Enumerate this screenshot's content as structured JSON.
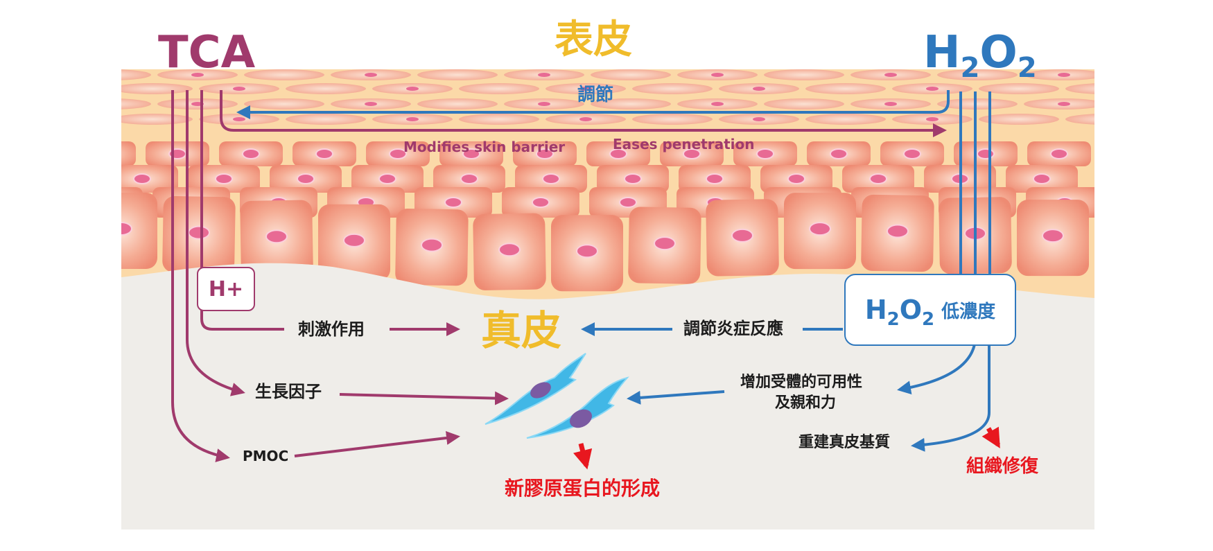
{
  "labels": {
    "tca": "TCA",
    "epidermis": "表皮",
    "h2o2_h": "H",
    "h2o2_sub1": "2",
    "h2o2_o": "O",
    "h2o2_sub2": "2",
    "adjust": "調節",
    "modifies": "Modifies skin barrier",
    "eases": "Eases penetration",
    "hplus": "H+",
    "low_conc_h": "H",
    "low_conc_sub1": "2",
    "low_conc_o": "O",
    "low_conc_sub2": "2",
    "low_conc_text": "低濃度",
    "stimulation": "刺激作用",
    "dermis": "真皮",
    "anti_inflammation": "調節炎症反應",
    "growth_factor": "生長因子",
    "pmoc": "PMOC",
    "receptor_line1": "增加受體的可用性",
    "receptor_line2": "及親和力",
    "rebuild_matrix": "重建真皮基質",
    "new_collagen": "新膠原蛋白的形成",
    "tissue_repair": "組織修復"
  },
  "colors": {
    "tca": "#a03a6c",
    "h2o2": "#2f78bd",
    "epidermis_title": "#f0bc2b",
    "dermis_title": "#f0bc2b",
    "result_red": "#e8171f",
    "text_dark": "#1c1c1c",
    "dermis_bg": "#efede9",
    "skin_bg": "#fbd9a8",
    "cell_fill": "#f29a85",
    "nucleus": "#e86a94",
    "fibroblast": "#41b7e6",
    "fibroblast_nucleus": "#7b5aa2"
  }
}
